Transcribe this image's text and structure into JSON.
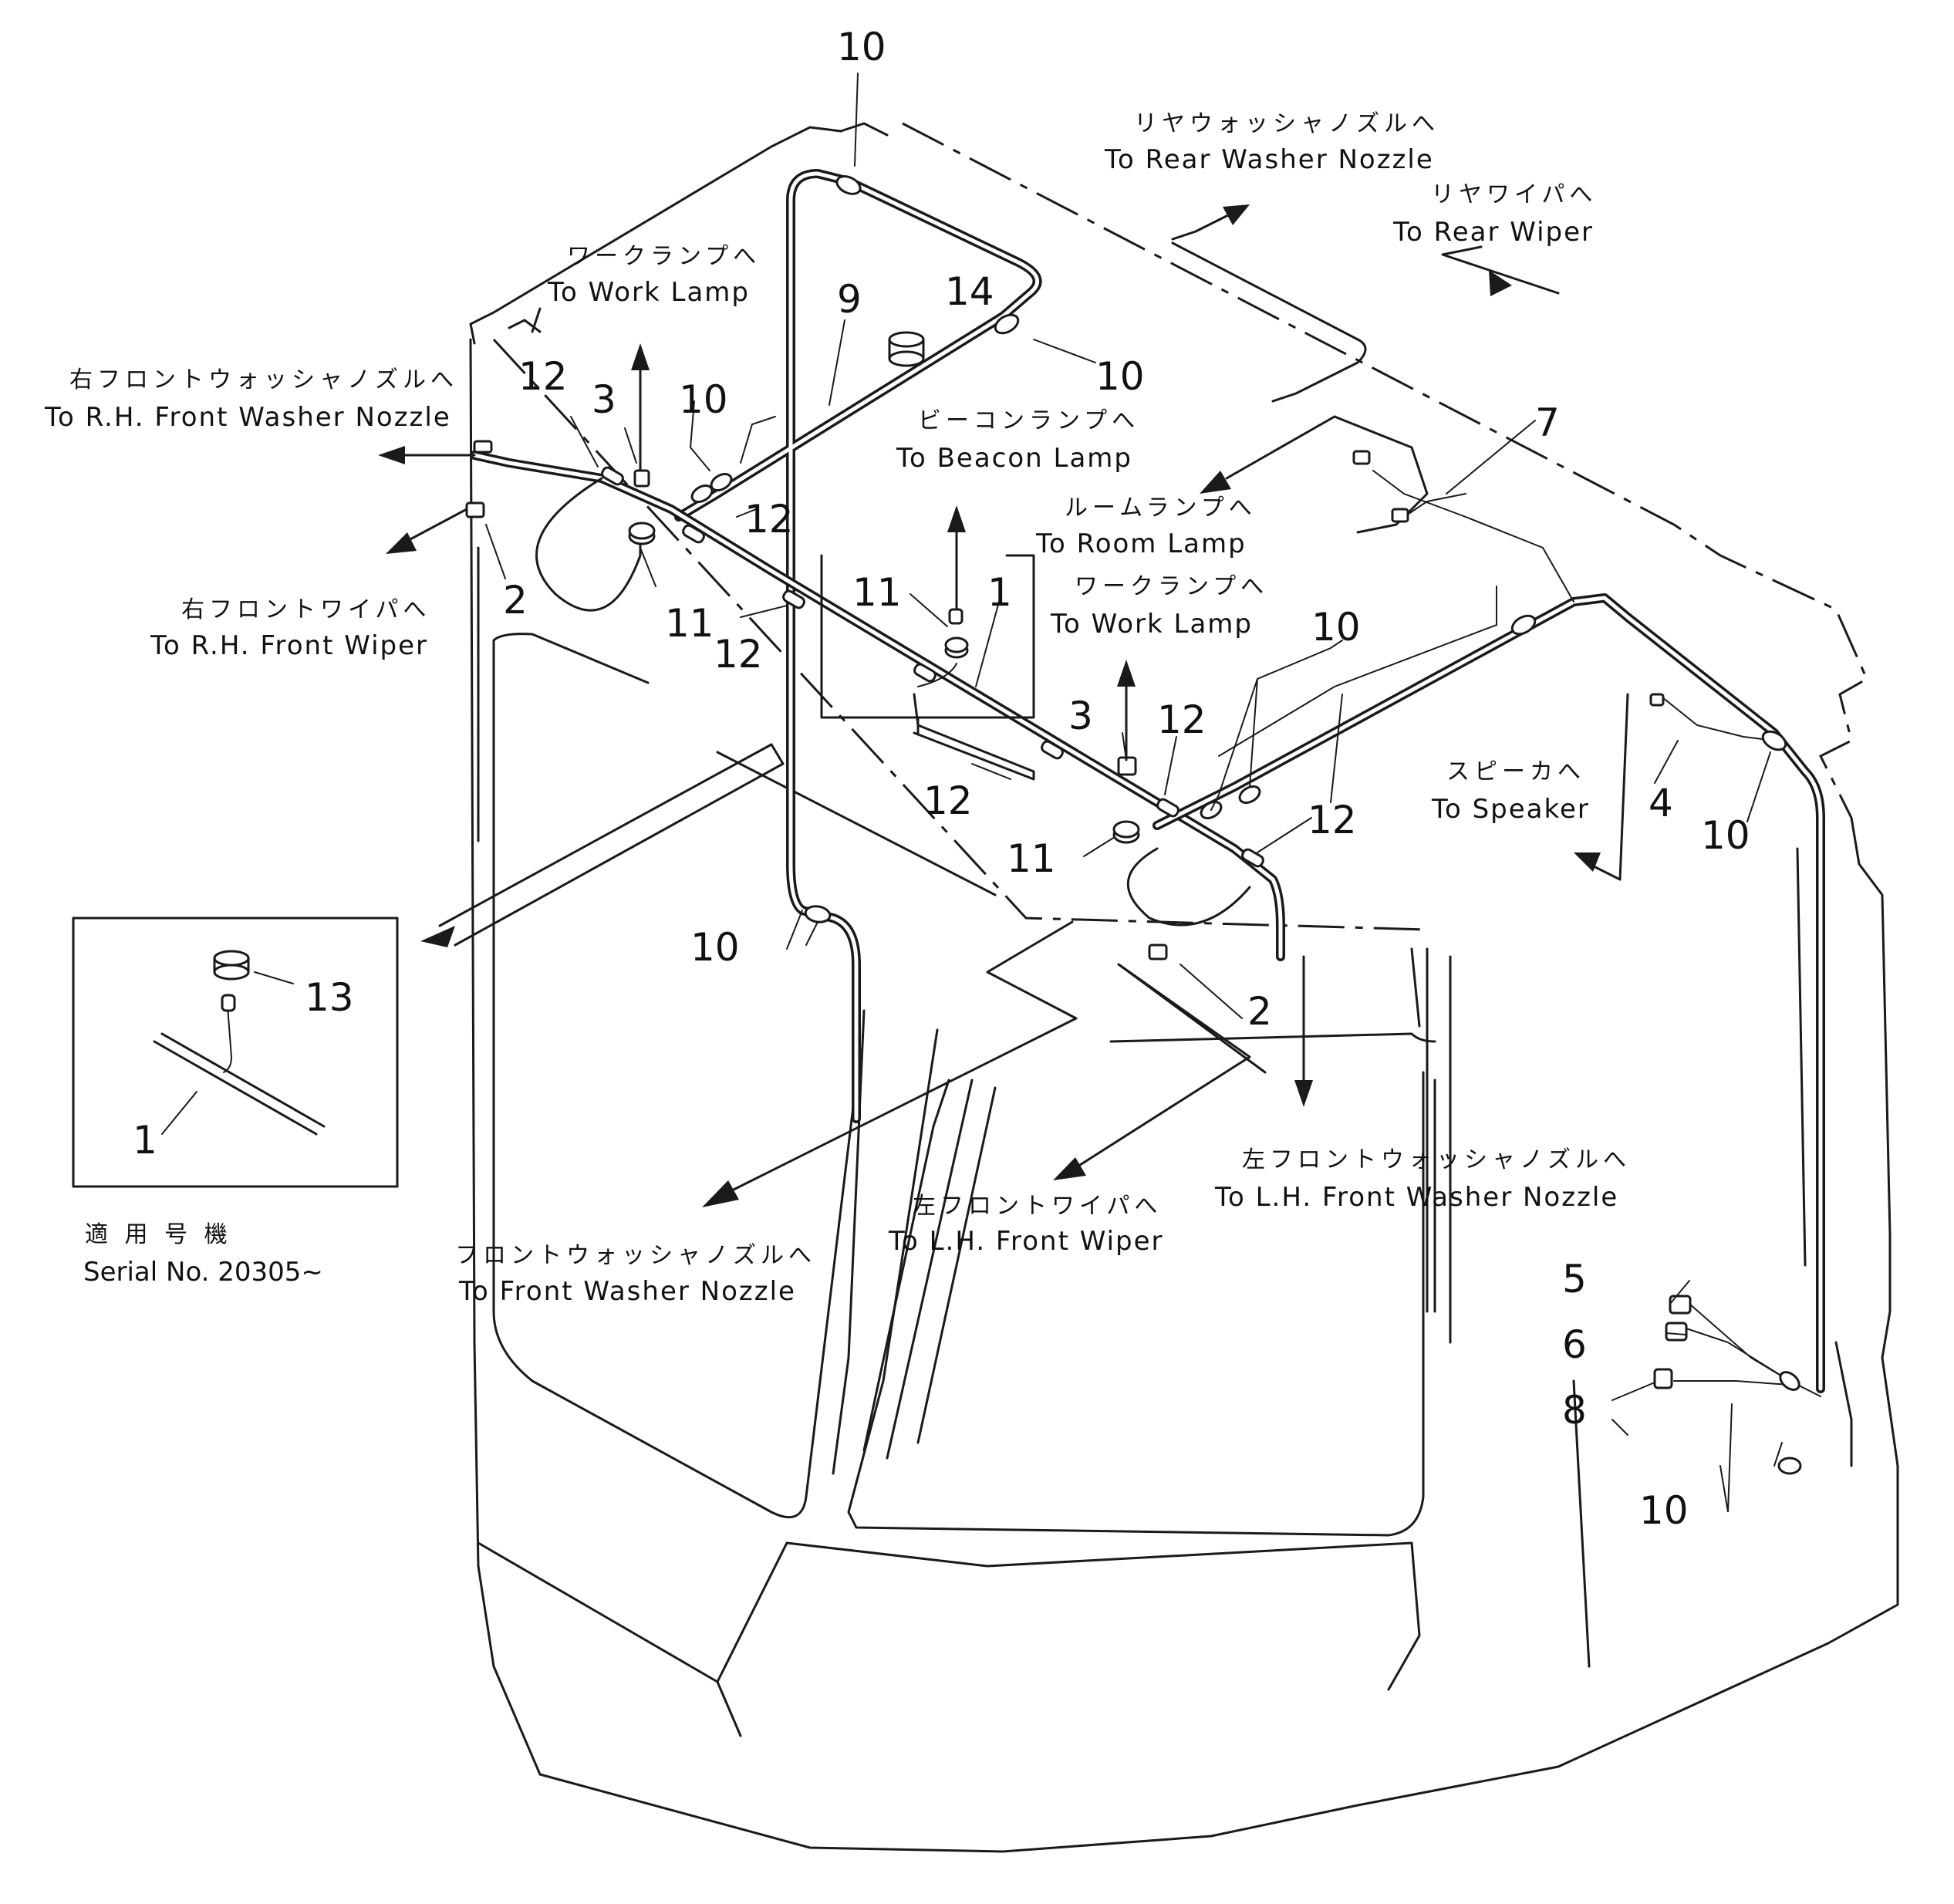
{
  "callouts": {
    "n1": "1",
    "n1b": "1",
    "n2": "2",
    "n2b": "2",
    "n3": "3",
    "n3b": "3",
    "n4": "4",
    "n5": "5",
    "n6": "6",
    "n7": "7",
    "n8": "8",
    "n9": "9",
    "n10a": "10",
    "n10b": "10",
    "n10c": "10",
    "n10d": "10",
    "n10e": "10",
    "n10f": "10",
    "n10g": "10",
    "n11a": "11",
    "n11b": "11",
    "n11c": "11",
    "n12a": "12",
    "n12b": "12",
    "n12c": "12",
    "n12d": "12",
    "n12e": "12",
    "n12f": "12",
    "n13": "13",
    "n14": "14"
  },
  "destinations": {
    "rear_washer": {
      "jp": "リヤウォッシャノズルへ",
      "en": "To Rear Washer Nozzle"
    },
    "rear_wiper": {
      "jp": "リヤワイパへ",
      "en": "To Rear Wiper"
    },
    "work_lamp_left": {
      "jp": "ワークランプへ",
      "en": "To Work Lamp"
    },
    "rh_front_washer": {
      "jp": "右フロントウォッシャノズルへ",
      "en": "To R.H. Front Washer Nozzle"
    },
    "rh_front_wiper": {
      "jp": "右フロントワイパへ",
      "en": "To R.H. Front Wiper"
    },
    "beacon_lamp": {
      "jp": "ビーコンランプへ",
      "en": "To Beacon Lamp"
    },
    "room_lamp": {
      "jp": "ルームランプへ",
      "en": "To Room Lamp"
    },
    "work_lamp_right": {
      "jp": "ワークランプへ",
      "en": "To Work Lamp"
    },
    "speaker": {
      "jp": "スピーカへ",
      "en": "To Speaker"
    },
    "front_washer": {
      "jp": "フロントウォッシャノズルへ",
      "en": "To Front Washer Nozzle"
    },
    "lh_front_wiper": {
      "jp": "左フロントワイパへ",
      "en": "To L.H. Front Wiper"
    },
    "lh_front_washer": {
      "jp": "左フロントウォッシャノズルへ",
      "en": "To L.H. Front Washer Nozzle"
    }
  },
  "inset": {
    "applicable_jp": "適 用 号 機",
    "serial": "Serial No. 20305~"
  }
}
